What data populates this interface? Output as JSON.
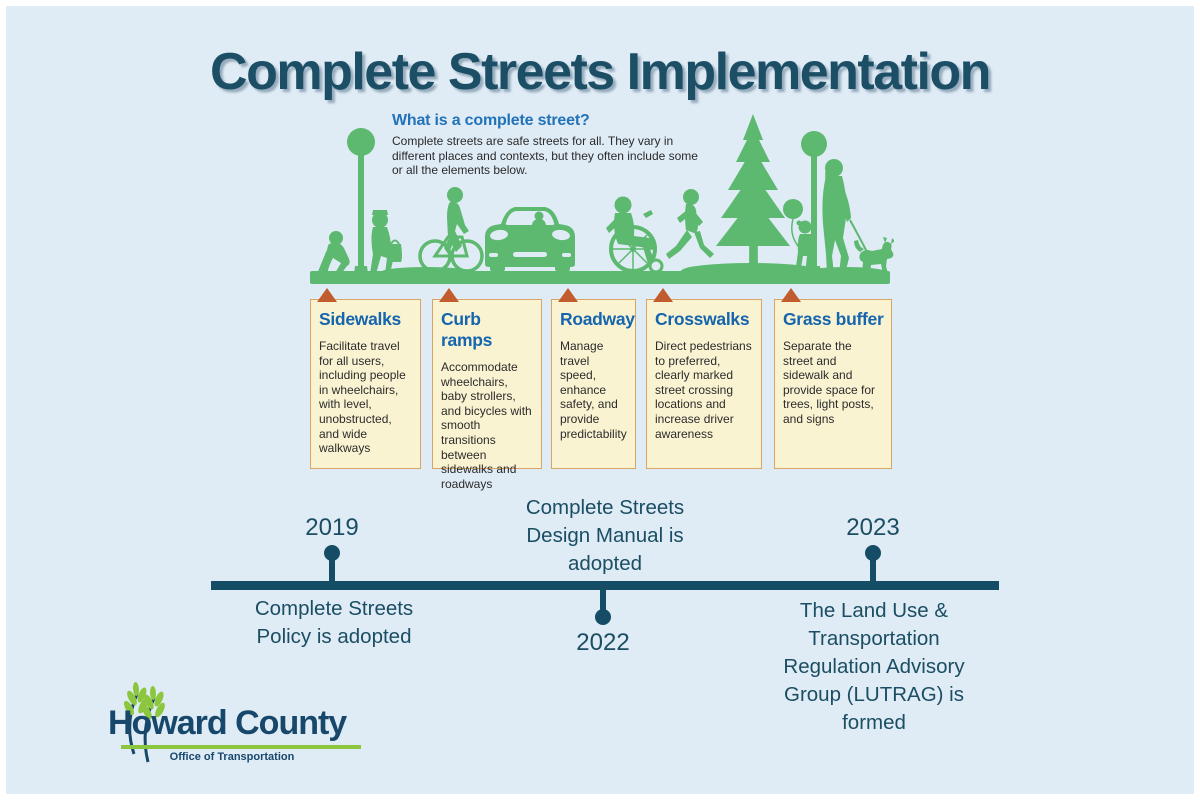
{
  "title": "Complete Streets Implementation",
  "intro": {
    "heading": "What is a complete street?",
    "body": "Complete streets are safe streets for all. They vary in\ndifferent places and contexts, but they often include some\nor all the elements below."
  },
  "illustration": {
    "description": "Green silhouette street scene",
    "elements": [
      "elderly-pedestrian",
      "lamp-post",
      "pedestrian-with-bag",
      "cyclist",
      "car",
      "wheelchair-user",
      "runner",
      "evergreen-tree",
      "lamp-post",
      "child-with-balloon",
      "woman-walking-dog",
      "dog"
    ]
  },
  "cards": [
    {
      "title": "Sidewalks",
      "body": "Facilitate travel for all users, including people in wheelchairs, with level, unobstructed, and wide walkways"
    },
    {
      "title": "Curb ramps",
      "body": "Accommodate wheelchairs, baby strollers, and bicycles with smooth transitions between sidewalks and roadways"
    },
    {
      "title": "Roadway",
      "body": "Manage travel speed, enhance safety, and provide predictability"
    },
    {
      "title": "Crosswalks",
      "body": "Direct pedestrians to preferred, clearly marked street crossing locations and increase driver awareness"
    },
    {
      "title": "Grass buffer",
      "body": "Separate the street and sidewalk and provide space for trees, light posts, and signs"
    }
  ],
  "timeline": {
    "events": [
      {
        "year": "2019",
        "label": "Complete Streets\nPolicy is adopted",
        "label_position": "below-line"
      },
      {
        "year": "2022",
        "label": "Complete Streets\nDesign Manual is\nadopted",
        "label_position": "above-line"
      },
      {
        "year": "2023",
        "label": "The Land Use &\nTransportation\nRegulation Advisory\nGroup (LUTRAG) is\nformed",
        "label_position": "below-line"
      }
    ]
  },
  "footer": {
    "org_name": "Howard County",
    "org_dept": "Office of Transportation"
  },
  "colors": {
    "background": "#DFEBF5",
    "illustration_green": "#5CB96F",
    "title_teal": "#1C4F66",
    "timeline_teal": "#164D66",
    "text_teal": "#1B4E63",
    "card_background": "#FAF3D2",
    "card_border": "#D9A567",
    "marker_triangle": "#C25B2D",
    "intro_heading_blue": "#2273B8",
    "card_title_blue": "#1566AE",
    "logo_blue": "#17476B",
    "logo_green": "#8CC63E"
  }
}
